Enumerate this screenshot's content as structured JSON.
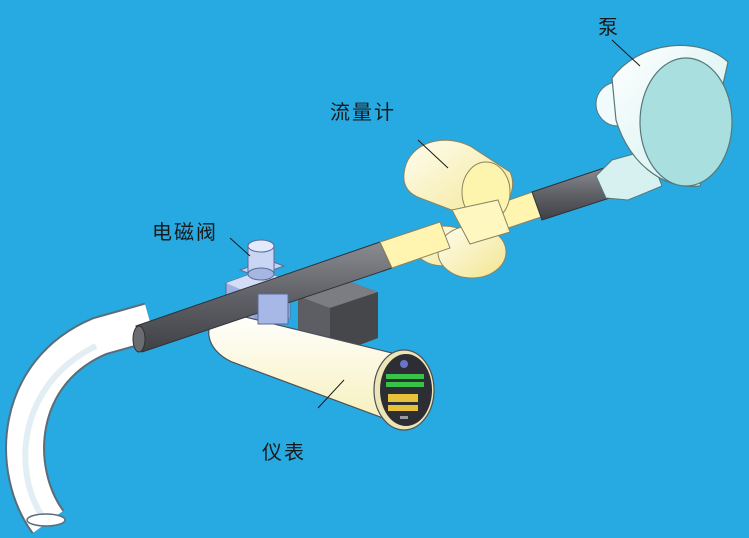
{
  "labels": {
    "pump": "泵",
    "flowmeter": "流量计",
    "solenoid_valve": "电磁阀",
    "instrument": "仪表"
  },
  "colors": {
    "background": "#27a9e1",
    "pipe": "#6d6f74",
    "hose": "#ffffff",
    "flowmeter_body": "#fff7b8",
    "pump_body": "#eefafa",
    "pump_face": "#a9dfdf",
    "valve_body": "#b9c8ee",
    "instrument_body": "#fffbd6",
    "instrument_face": "#2c2e33",
    "display_green": "#39c24a",
    "display_yellow": "#e7c13a"
  }
}
